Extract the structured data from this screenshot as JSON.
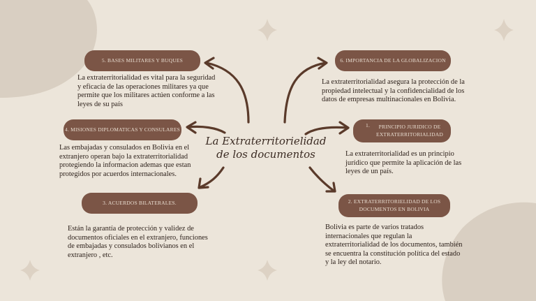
{
  "center_title": "La Extraterritorielidad de los documentos",
  "nodes": {
    "n5": {
      "label": "5. BASES MILITARES Y BUQUES",
      "text": "La extraterritorialidad es vital para la seguridad y eficacia de las operaciones militares ya que permite que los militares actúen conforme a las leyes de su país"
    },
    "n4": {
      "label": "4. MISIONES DIPLOMATICAS Y CONSULARES",
      "text": "Las embajadas y consulados en Bolivia en el extranjero operan bajo la extraterritorialidad protegiendo la informacion ademas que estan protegidos por acuerdos internacionales."
    },
    "n3": {
      "label": "3. ACUERDOS BILATERALES.",
      "text": "Están la garantía de protección y validez de documentos oficiales en el extranjero, funciones de embajadas y consulados bolivianos en el extranjero , etc."
    },
    "n6": {
      "label": "6. IMPORTANCIA DE LA GLOBALIZACION",
      "text": "La extraterritorialidad asegura la protección de la propiedad intelectual y la confidencialidad de los datos de empresas multinacionales en Bolivia."
    },
    "n1": {
      "number": "1.",
      "label": "PRINCIPIO JURIDICO DE EXTRATERRITORIALIDAD",
      "text": "La extraterritorialidad es un principio jurídico que permite la aplicación de las leyes de un país."
    },
    "n2": {
      "label": "2. EXTRATERRITORIELIDAD DE LOS DOCUMENTOS EN BOLIVIA",
      "text": "Bolivia es parte de varios tratados internacionales que regulan la extraterritorialidad de los documentos, también se encuentra la constitución política del estado y la ley del notario."
    }
  },
  "colors": {
    "background": "#ece5da",
    "pill": "#7b5546",
    "arrow": "#5a3a2a",
    "blob": "#d9cfc2",
    "sparkle": "#ddd2c4"
  }
}
